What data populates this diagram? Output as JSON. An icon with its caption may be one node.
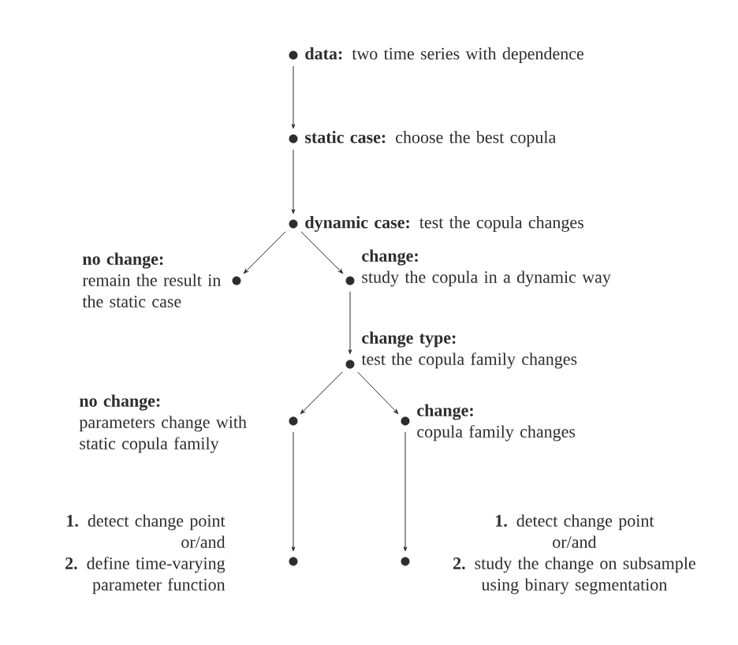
{
  "diagram": {
    "nodes": [
      {
        "text": [
          "**data:** two time series with dependence"
        ]
      },
      {
        "text": [
          "**static case:** choose the best copula"
        ]
      },
      {
        "text": [
          "**dynamic case:** test the copula changes"
        ]
      },
      {
        "text": [
          "no change:",
          "remain the result in the static case"
        ]
      },
      {
        "text": [
          "change:",
          "study the copula in a dynamic way"
        ]
      },
      {
        "text": [
          "change type:",
          "test the copula family changes"
        ]
      },
      {
        "text": [
          "no change:",
          "parameters change with static copula family"
        ]
      },
      {
        "text": [
          "change:",
          "copula family changes"
        ]
      },
      {
        "text": [
          "**1.** detect change point",
          "or/and",
          "**2.** define time-varying parameter function"
        ]
      },
      {
        "text": [
          "**1.** detect change point",
          "or/and",
          "**2.** study the change on subsample using binary segmentation"
        ]
      }
    ],
    "edges": [
      {
        "from": 0,
        "to": 1,
        "arrow": "to"
      },
      {
        "from": 1,
        "to": 2,
        "arrow": "to"
      },
      {
        "from": 2,
        "to": 3,
        "arrow": "to"
      },
      {
        "from": 2,
        "to": 4,
        "arrow": "to"
      },
      {
        "from": 4,
        "to": 5,
        "arrow": "to"
      },
      {
        "from": 5,
        "to": 6,
        "arrow": "to"
      },
      {
        "from": 5,
        "to": 7,
        "arrow": "to"
      },
      {
        "from": 6,
        "to": 8,
        "arrow": "to"
      },
      {
        "from": 7,
        "to": 9,
        "arrow": "to"
      }
    ]
  }
}
